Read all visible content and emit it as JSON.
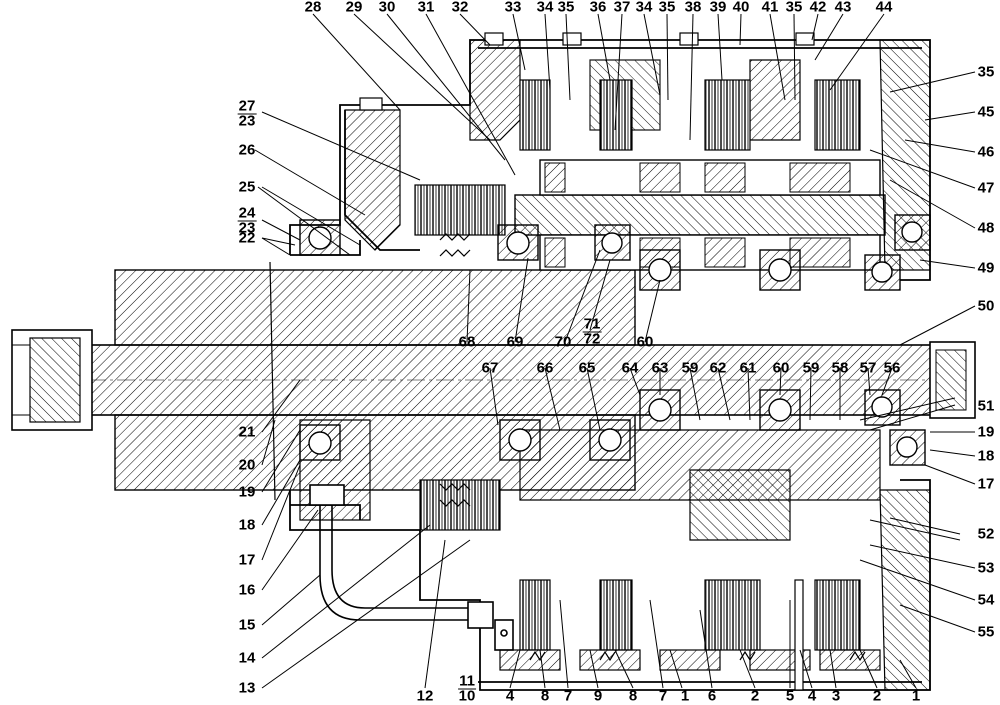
{
  "labels": {
    "top": [
      "28",
      "29",
      "30",
      "31",
      "32",
      "33",
      "34",
      "35",
      "36",
      "37",
      "34",
      "35",
      "38",
      "39",
      "40",
      "41",
      "35",
      "42",
      "43",
      "44"
    ],
    "right": [
      "35",
      "45",
      "46",
      "47",
      "48",
      "49",
      "50",
      "51",
      "19",
      "18",
      "17",
      "52",
      "53",
      "54",
      "55"
    ],
    "left": [
      "22",
      "21",
      "20",
      "19",
      "18",
      "17",
      "16",
      "15",
      "14",
      "13",
      "26",
      "25"
    ],
    "bottom": [
      "12",
      "4",
      "8",
      "7",
      "9",
      "8",
      "7",
      "1",
      "6",
      "2",
      "5",
      "4",
      "3",
      "2",
      "1"
    ],
    "middle_upper": [
      "68",
      "69",
      "70",
      "60"
    ],
    "middle_lower": [
      "67",
      "66",
      "65",
      "64",
      "63",
      "59",
      "62",
      "61",
      "60",
      "59",
      "58",
      "57",
      "56"
    ],
    "frac_27_23": {
      "top": "27",
      "bottom": "23"
    },
    "frac_24_23": {
      "top": "24",
      "bottom": "23"
    },
    "frac_11_10": {
      "top": "11",
      "bottom": "10"
    },
    "frac_71_72": {
      "top": "71",
      "bottom": "72"
    }
  }
}
